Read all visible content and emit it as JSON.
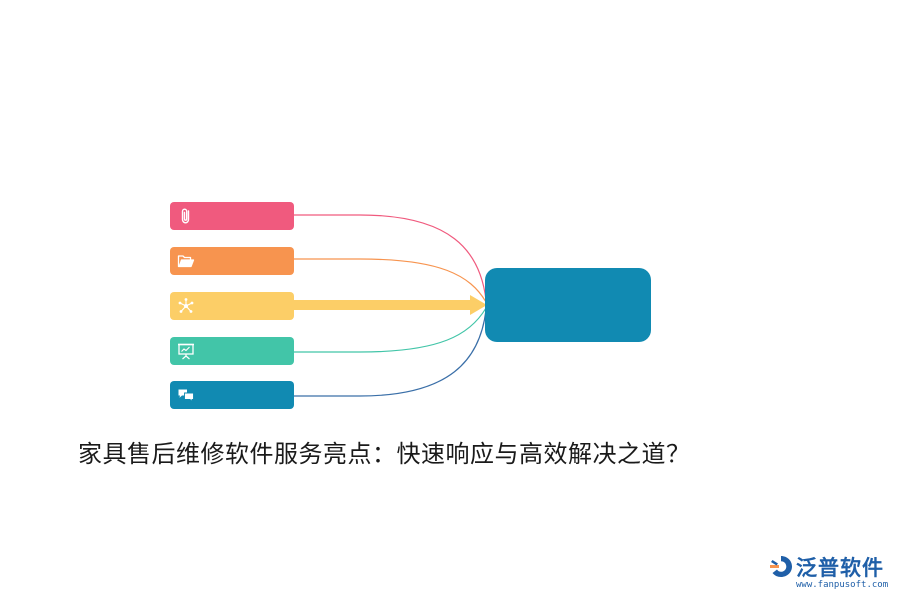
{
  "diagram": {
    "title": "家具售后维修软件服务亮点：快速响应与高效解决之道？",
    "branches": [
      {
        "icon": "paperclip-icon",
        "color": "#f05a7e",
        "highlighted": false
      },
      {
        "icon": "folder-icon",
        "color": "#f7944f",
        "highlighted": false
      },
      {
        "icon": "network-icon",
        "color": "#fcce67",
        "highlighted": true
      },
      {
        "icon": "presentation-icon",
        "color": "#42c5a8",
        "highlighted": false
      },
      {
        "icon": "chat-icon",
        "color": "#118ab2",
        "highlighted": false
      }
    ],
    "hub": {
      "color": "#118ab2"
    },
    "connector_colors": [
      "#f05a7e",
      "#f7944f",
      "#fcce67",
      "#42c5a8",
      "#3a6fa8"
    ]
  },
  "watermark": {
    "name": "泛普软件",
    "url": "www.fanpusoft.com",
    "color": "#1f5fa8"
  }
}
